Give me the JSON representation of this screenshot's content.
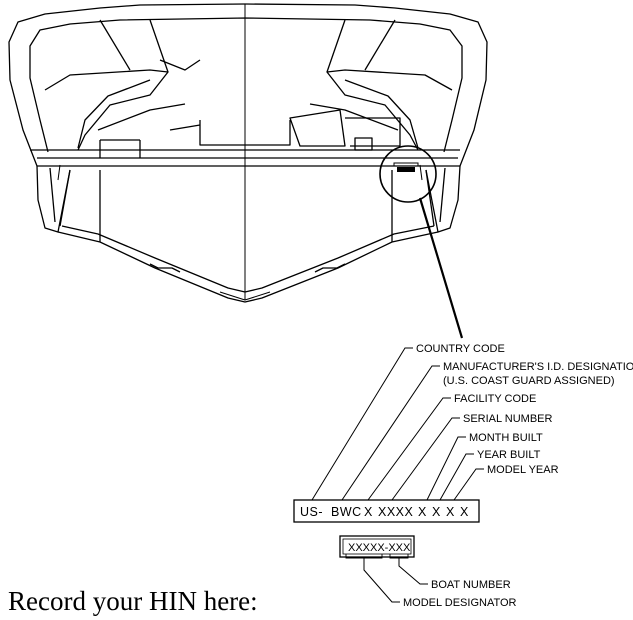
{
  "hin_labels": {
    "country_code": "COUNTRY CODE",
    "manufacturer_id_line1": "MANUFACTURER'S I.D. DESIGNATION",
    "manufacturer_id_line2": "(U.S. COAST GUARD ASSIGNED)",
    "facility_code": "FACILITY CODE",
    "serial_number": "SERIAL NUMBER",
    "month_built": "MONTH BUILT",
    "year_built": "YEAR BUILT",
    "model_year": "MODEL YEAR"
  },
  "hin_plate": {
    "country": "US-",
    "manufacturer": "BWC",
    "facility": "X",
    "serial": "XXXX",
    "month": "X",
    "year": "X",
    "model_year_a": "X",
    "model_year_b": "X"
  },
  "model_box": {
    "text": "XXXXX-XXX",
    "boat_number_label": "BOAT NUMBER",
    "model_designator_label": "MODEL DESIGNATOR"
  },
  "footer": {
    "record_text": "Record your HIN here:"
  }
}
